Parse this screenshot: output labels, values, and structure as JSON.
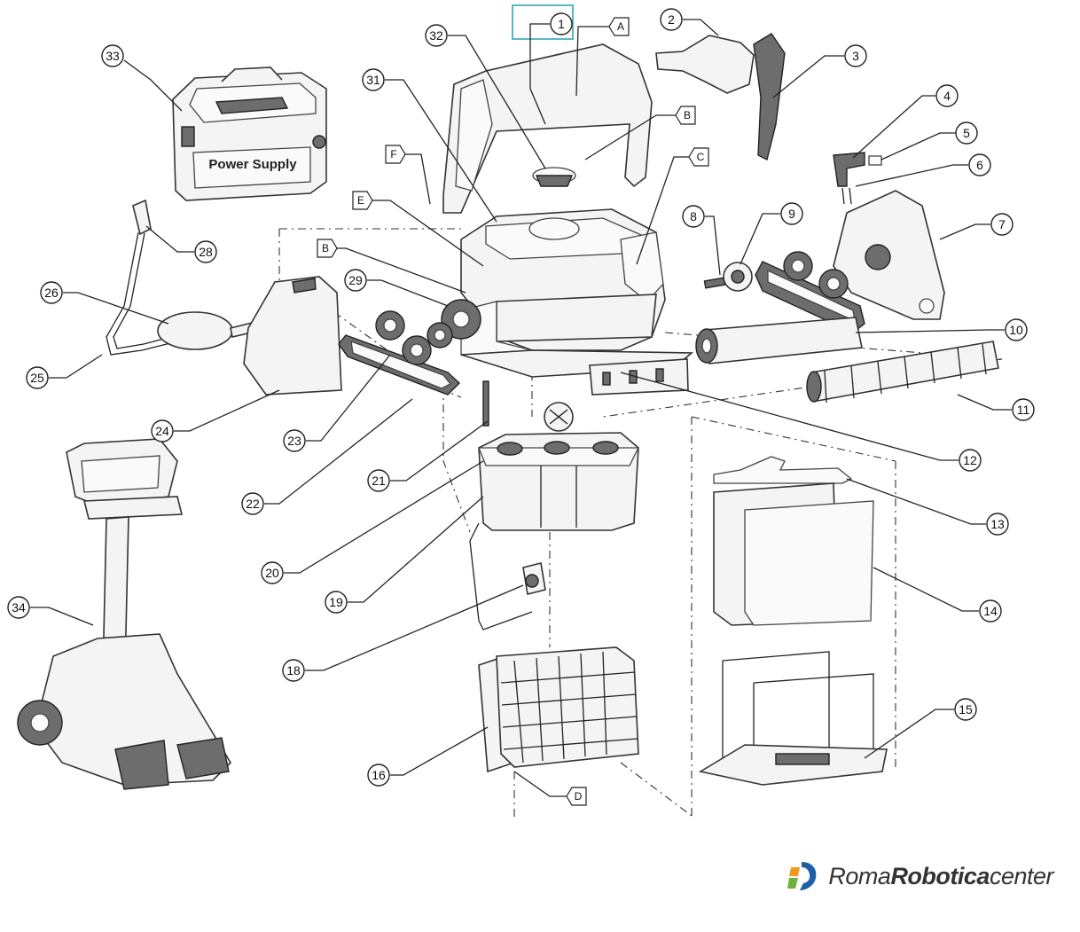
{
  "callouts": [
    "1",
    "2",
    "3",
    "4",
    "5",
    "6",
    "7",
    "8",
    "9",
    "10",
    "11",
    "12",
    "13",
    "14",
    "15",
    "16",
    "18",
    "19",
    "20",
    "21",
    "22",
    "23",
    "24",
    "25",
    "26",
    "28",
    "29",
    "31",
    "32",
    "33",
    "34"
  ],
  "letters": [
    "A",
    "B",
    "B",
    "C",
    "D",
    "E",
    "F"
  ],
  "power_supply_label": "Power Supply",
  "brand": {
    "part1": "Roma",
    "part2": "Robotica",
    "part3": "center"
  },
  "colors": {
    "highlight": "#5bb7c4",
    "logo_blue": "#1f5fa8",
    "logo_orange": "#f29a1f",
    "logo_green": "#6cb33f"
  }
}
